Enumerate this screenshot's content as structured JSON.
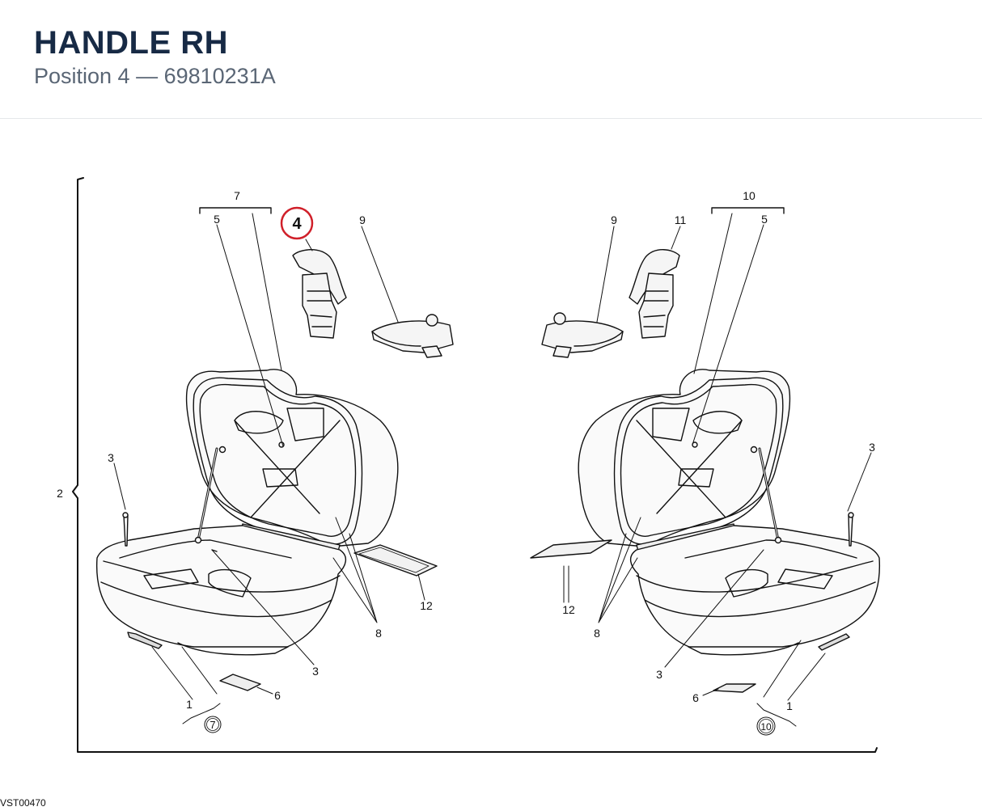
{
  "header": {
    "title": "HANDLE RH",
    "subtitle": "Position 4 — 69810231A"
  },
  "diagram": {
    "code": "VST00470",
    "highlight": {
      "label": "4",
      "color": "#d0202a"
    },
    "callouts": {
      "c2": "2",
      "c7": "7",
      "c5l": "5",
      "c9l": "9",
      "c9r": "9",
      "c11": "11",
      "c10": "10",
      "c5r": "5",
      "c3l": "3",
      "c3r": "3",
      "c12l": "12",
      "c12r": "12",
      "c8l": "8",
      "c8r": "8",
      "c3bl": "3",
      "c3br": "3",
      "c1l": "1",
      "c1r": "1",
      "c6l": "6",
      "c6r": "6",
      "c7b": "7",
      "c10b": "10"
    }
  }
}
